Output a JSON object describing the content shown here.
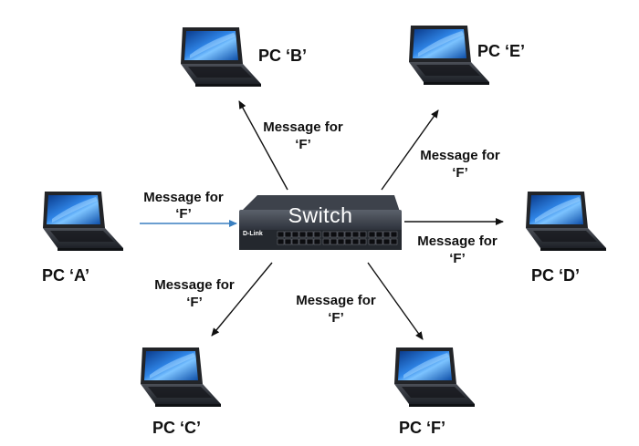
{
  "switch": {
    "label": "Switch",
    "brand": "D-Link"
  },
  "pcs": {
    "a": "PC  ‘A’",
    "b": "PC  ‘B’",
    "c": "PC  ‘C’",
    "d": "PC  ‘D’",
    "e": "PC  ‘E’",
    "f": "PC  ‘F’"
  },
  "messages": {
    "line1": "Message for",
    "line2": "‘F’"
  },
  "colors": {
    "incoming_arrow": "#3a7fc0",
    "outgoing_arrow": "#111111",
    "switch_body": "#2e333c",
    "screen": "#1f6fd6"
  }
}
